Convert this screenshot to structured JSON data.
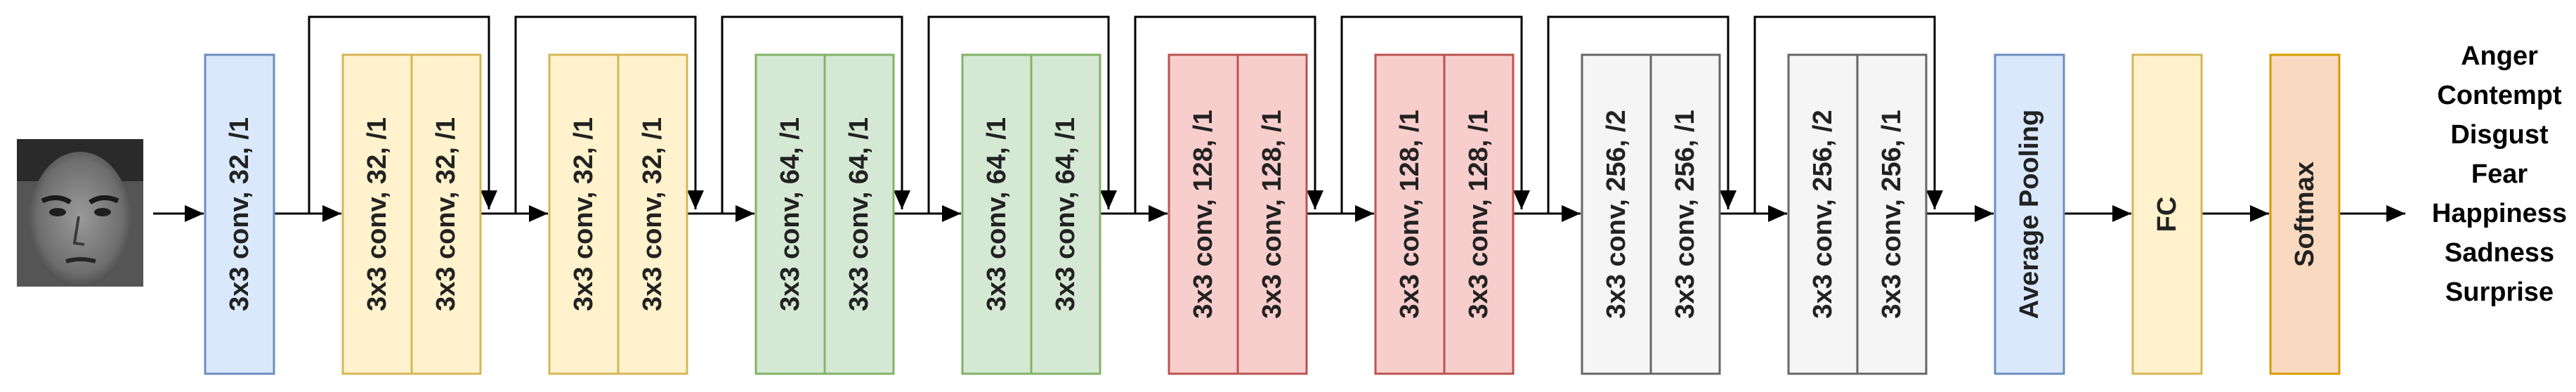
{
  "input_image": {
    "description_icon": "face-photo-icon"
  },
  "stem": {
    "label": "3x3 conv, 32, /1",
    "fill": "#dae8fc",
    "stroke": "#6c8ebf"
  },
  "blocks": [
    {
      "conv_a": "3x3 conv, 32, /1",
      "conv_b": "3x3 conv, 32, /1",
      "fill": "#fff2cc",
      "stroke": "#d6b656"
    },
    {
      "conv_a": "3x3 conv, 32, /1",
      "conv_b": "3x3 conv, 32, /1",
      "fill": "#fff2cc",
      "stroke": "#d6b656"
    },
    {
      "conv_a": "3x3 conv, 64, /1",
      "conv_b": "3x3 conv, 64, /1",
      "fill": "#d5e8d4",
      "stroke": "#82b366"
    },
    {
      "conv_a": "3x3 conv, 64, /1",
      "conv_b": "3x3 conv, 64, /1",
      "fill": "#d5e8d4",
      "stroke": "#82b366"
    },
    {
      "conv_a": "3x3 conv, 128, /1",
      "conv_b": "3x3 conv, 128, /1",
      "fill": "#f8cecc",
      "stroke": "#b85450"
    },
    {
      "conv_a": "3x3 conv, 128, /1",
      "conv_b": "3x3 conv, 128, /1",
      "fill": "#f8cecc",
      "stroke": "#b85450"
    },
    {
      "conv_a": "3x3 conv, 256, /2",
      "conv_b": "3x3 conv, 256, /1",
      "fill": "#f5f5f5",
      "stroke": "#666666"
    },
    {
      "conv_a": "3x3 conv, 256, /2",
      "conv_b": "3x3 conv, 256, /1",
      "fill": "#f5f5f5",
      "stroke": "#666666"
    }
  ],
  "pooling": {
    "label": "Average Pooling",
    "fill": "#dae8fc",
    "stroke": "#6c8ebf"
  },
  "fc": {
    "label": "FC",
    "fill": "#fff2cc",
    "stroke": "#d6b656"
  },
  "softmax": {
    "label": "Softmax",
    "fill": "#fad9c1",
    "stroke": "#d79b00"
  },
  "classes": [
    "Anger",
    "Contempt",
    "Disgust",
    "Fear",
    "Happiness",
    "Sadness",
    "Surprise"
  ]
}
